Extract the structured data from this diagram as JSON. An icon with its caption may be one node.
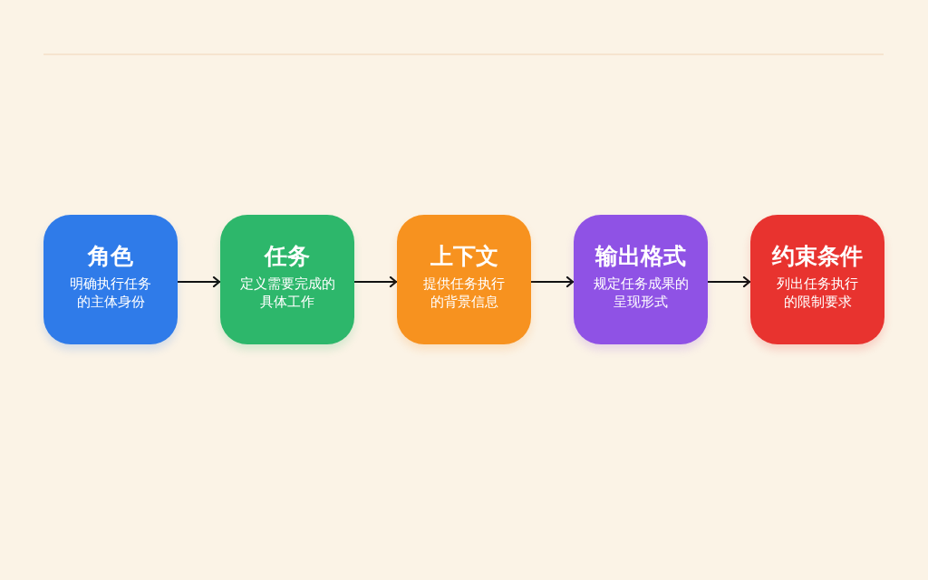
{
  "diagram": {
    "nodes": [
      {
        "text": [
          "角色",
          "明确执行任务的主体身份"
        ]
      },
      {
        "text": [
          "任务",
          "定义需要完成的具体工作"
        ]
      },
      {
        "text": [
          "上下文",
          "提供任务执行的背景信息"
        ]
      },
      {
        "text": [
          "输出格式",
          "规定任务成果的呈现形式"
        ]
      },
      {
        "text": [
          "约束条件",
          "列出任务执行的限制要求"
        ]
      }
    ],
    "edges": [
      {
        "from": 0,
        "to": 1,
        "arrow": "to"
      },
      {
        "from": 1,
        "to": 2,
        "arrow": "to"
      },
      {
        "from": 2,
        "to": 3,
        "arrow": "to"
      },
      {
        "from": 3,
        "to": 4,
        "arrow": "to"
      }
    ]
  }
}
